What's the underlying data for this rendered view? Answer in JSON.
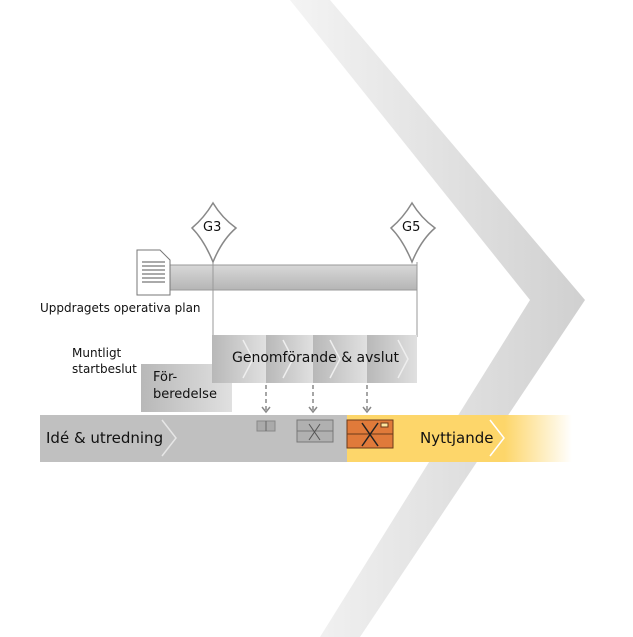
{
  "gates": {
    "g3": "G3",
    "g5": "G5"
  },
  "plan_label": "Uppdragets operativa plan",
  "start_label_1": "Muntligt",
  "start_label_2": "startbeslut",
  "phases": {
    "forberedelse_1": "För-",
    "forberedelse_2": "beredelse",
    "genomforande": "Genomförande & avslut",
    "ide": "Idé & utredning",
    "nyttjande": "Nyttjande"
  },
  "colors": {
    "gray": "#bdbdbd",
    "yellow": "#fdd66a",
    "orange": "#e07a3a",
    "chevron": "#e4e4e4"
  }
}
